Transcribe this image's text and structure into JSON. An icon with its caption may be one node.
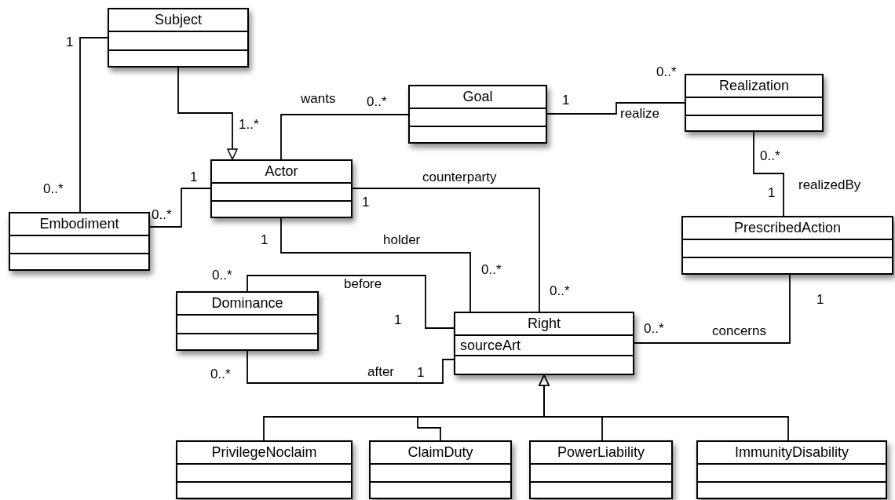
{
  "diagram": {
    "nodes": [
      {
        "text": [
          "Subject"
        ]
      },
      {
        "text": [
          "Goal"
        ]
      },
      {
        "text": [
          "Realization"
        ]
      },
      {
        "text": [
          "Actor"
        ]
      },
      {
        "text": [
          "Embodiment"
        ]
      },
      {
        "text": [
          "PrescribedAction"
        ]
      },
      {
        "text": [
          "Dominance"
        ]
      },
      {
        "text": [
          "Right",
          "sourceArt"
        ]
      },
      {
        "text": [
          "PrivilegeNoclaim"
        ]
      },
      {
        "text": [
          "ClaimDuty"
        ]
      },
      {
        "text": [
          "PowerLiability"
        ]
      },
      {
        "text": [
          "ImmunityDisability"
        ]
      }
    ],
    "edges": [
      {
        "from": 0,
        "to": 3,
        "arrow": "to"
      },
      {
        "from": 0,
        "to": 4,
        "arrow": "none"
      },
      {
        "from": 3,
        "to": 1,
        "arrow": "none",
        "label": "wants"
      },
      {
        "from": 1,
        "to": 2,
        "arrow": "none",
        "label": "realize"
      },
      {
        "from": 2,
        "to": 5,
        "arrow": "none",
        "label": "realizedBy"
      },
      {
        "from": 4,
        "to": 3,
        "arrow": "none"
      },
      {
        "from": 3,
        "to": 7,
        "arrow": "none",
        "label": "counterparty"
      },
      {
        "from": 3,
        "to": 7,
        "arrow": "none",
        "label": "holder"
      },
      {
        "from": 6,
        "to": 7,
        "arrow": "none",
        "label": "before"
      },
      {
        "from": 6,
        "to": 7,
        "arrow": "none",
        "label": "after"
      },
      {
        "from": 7,
        "to": 5,
        "arrow": "none",
        "label": "concerns"
      },
      {
        "from": 8,
        "to": 7,
        "arrow": "to"
      },
      {
        "from": 9,
        "to": 7,
        "arrow": "to"
      },
      {
        "from": 10,
        "to": 7,
        "arrow": "to"
      },
      {
        "from": 11,
        "to": 7,
        "arrow": "to"
      }
    ],
    "labels": [
      "1",
      "0..*",
      "0..*",
      "1",
      "1..*",
      "0..*",
      "1",
      "0..*",
      "1",
      "0..*",
      "1",
      "1",
      "0..*",
      "0..*",
      "0..*",
      "1",
      "1",
      "0..*",
      "0..*",
      "1"
    ]
  }
}
